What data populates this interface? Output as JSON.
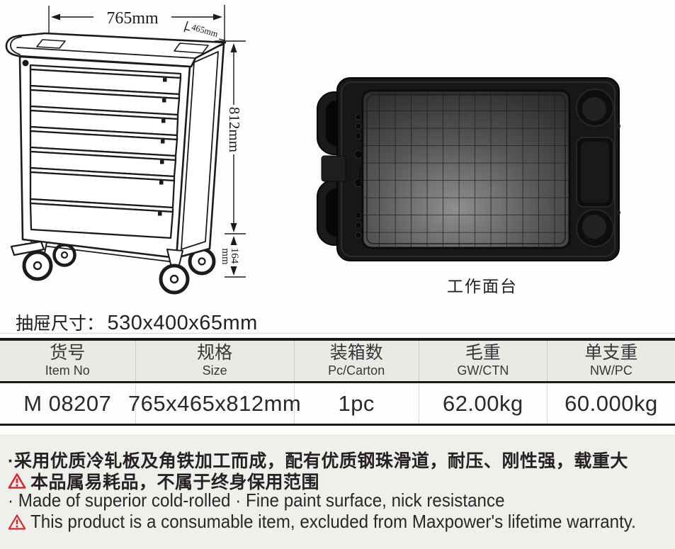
{
  "drawing": {
    "dims": {
      "width": "765mm",
      "depth": "465mm",
      "height": "812mm",
      "caster_line1": "164",
      "caster_line2": "mm"
    }
  },
  "tray": {
    "caption": "工作面台"
  },
  "drawer_size": {
    "label": "抽屉尺寸：",
    "value": "530x400x65mm"
  },
  "spec_table": {
    "columns": [
      {
        "zh": "货号",
        "en": "Item No"
      },
      {
        "zh": "规格",
        "en": "Size"
      },
      {
        "zh": "装箱数",
        "en": "Pc/Carton"
      },
      {
        "zh": "毛重",
        "en": "GW/CTN"
      },
      {
        "zh": "单支重",
        "en": "NW/PC"
      }
    ],
    "row": {
      "item_no": "M 08207",
      "size": "765x465x812mm",
      "pc_carton": "1pc",
      "gw": "62.00kg",
      "nw": "60.000kg"
    }
  },
  "notes": {
    "zh_line1": "·采用优质冷轧板及角铁加工而成，配有优质钢珠滑道，耐压、刚性强，载重大",
    "zh_line2": "本品属易耗品，不属于终身保用范围",
    "en_line1": "· Made of superior cold-rolled  · Fine paint surface, nick resistance",
    "en_line2": "This product is a consumable item, excluded from Maxpower's lifetime warranty."
  },
  "colors": {
    "warning_red": "#d9272e",
    "ink_black": "#1d1a19",
    "table_header_bg": "#e9e9e6",
    "notes_bg": "#efefec"
  }
}
